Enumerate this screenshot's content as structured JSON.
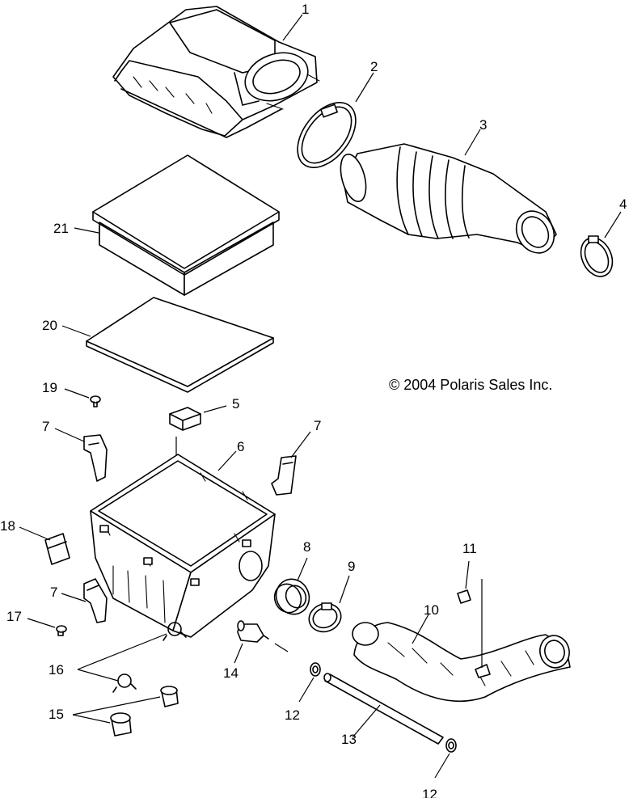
{
  "copyright": "© 2004 Polaris Sales Inc.",
  "callouts": {
    "c1": "1",
    "c2": "2",
    "c3": "3",
    "c4": "4",
    "c5": "5",
    "c6": "6",
    "c7a": "7",
    "c7b": "7",
    "c7c": "7",
    "c8": "8",
    "c9": "9",
    "c10": "10",
    "c11": "11",
    "c12a": "12",
    "c12b": "12",
    "c13": "13",
    "c14": "14",
    "c15": "15",
    "c16": "16",
    "c17": "17",
    "c18": "18",
    "c19": "19",
    "c20": "20",
    "c21": "21"
  }
}
